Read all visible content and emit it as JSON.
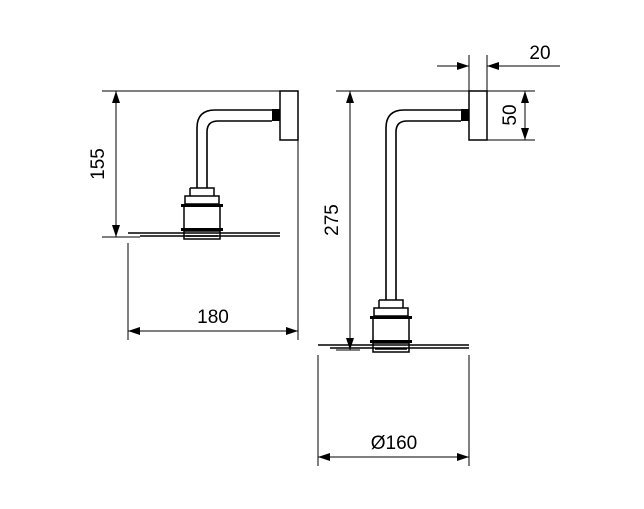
{
  "dimensions": {
    "height_small": "155",
    "width_small": "180",
    "height_large": "275",
    "plate_thickness": "20",
    "plate_height": "50",
    "diameter": "Ø160"
  }
}
